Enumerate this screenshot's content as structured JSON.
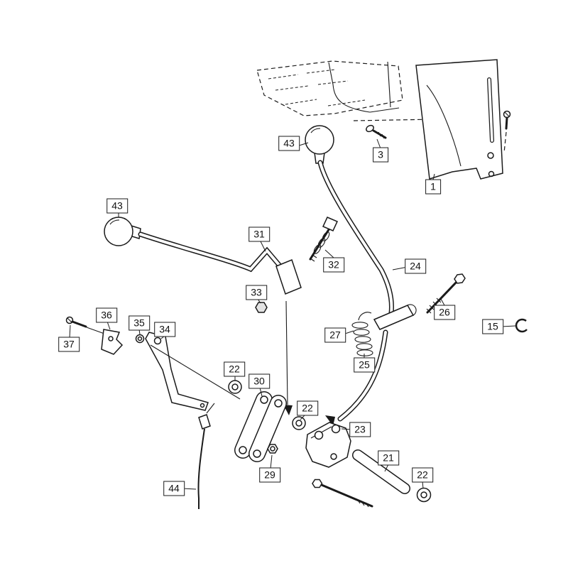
{
  "figure": {
    "type": "exploded-parts-diagram",
    "background": "#ffffff",
    "line_color": "#1a1a1a",
    "callout_border": "#1a1a1a"
  },
  "labels": [
    {
      "text": "43"
    },
    {
      "text": "3"
    },
    {
      "text": "1"
    },
    {
      "text": "43"
    },
    {
      "text": "31"
    },
    {
      "text": "32"
    },
    {
      "text": "24"
    },
    {
      "text": "33"
    },
    {
      "text": "26"
    },
    {
      "text": "36"
    },
    {
      "text": "35"
    },
    {
      "text": "15"
    },
    {
      "text": "34"
    },
    {
      "text": "27"
    },
    {
      "text": "37"
    },
    {
      "text": "25"
    },
    {
      "text": "22"
    },
    {
      "text": "30"
    },
    {
      "text": "22"
    },
    {
      "text": "23"
    },
    {
      "text": "21"
    },
    {
      "text": "29"
    },
    {
      "text": "22"
    },
    {
      "text": "44"
    }
  ]
}
